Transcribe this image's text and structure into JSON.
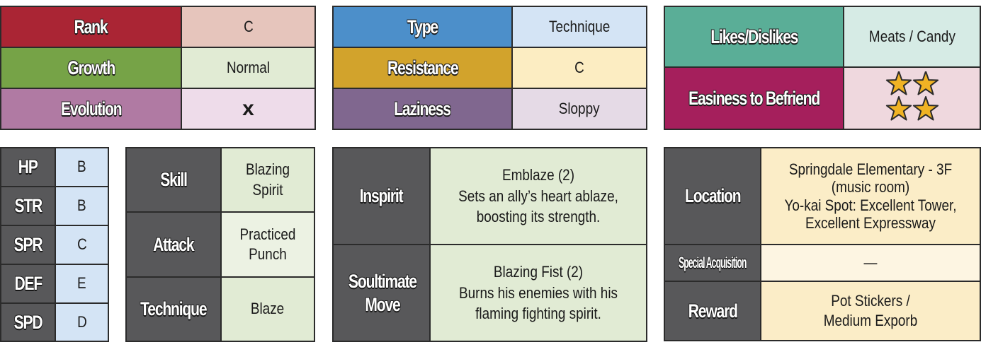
{
  "profile": {
    "rank": {
      "label": "Rank",
      "value": "C",
      "label_color": "#aa2534",
      "value_color": "#e6c5bc"
    },
    "growth": {
      "label": "Growth",
      "value": "Normal",
      "label_color": "#76a347",
      "value_color": "#e1ebd4"
    },
    "evolution": {
      "label": "Evolution",
      "value": "x",
      "label_color": "#b07aa3",
      "value_color": "#eedcea"
    }
  },
  "traits": {
    "type": {
      "label": "Type",
      "value": "Technique",
      "label_color": "#4c8fca",
      "value_color": "#d4e4f5"
    },
    "resistance": {
      "label": "Resistance",
      "value": "C",
      "label_color": "#d2a32c",
      "value_color": "#fcedc2"
    },
    "laziness": {
      "label": "Laziness",
      "value": "Sloppy",
      "label_color": "#80678f",
      "value_color": "#e5dae6"
    }
  },
  "social": {
    "likes": {
      "label": "Likes/Dislikes",
      "value": "Meats / Candy",
      "label_color": "#5aae97",
      "value_color": "#d6ebe5"
    },
    "befriend": {
      "label": "Easiness to Befriend",
      "rating": 4,
      "label_color": "#a51f5c",
      "value_color": "#efd8de",
      "star_color": "#f0b324"
    }
  },
  "stats": [
    {
      "label": "HP",
      "grade": "B"
    },
    {
      "label": "STR",
      "grade": "B"
    },
    {
      "label": "SPR",
      "grade": "C"
    },
    {
      "label": "DEF",
      "grade": "E"
    },
    {
      "label": "SPD",
      "grade": "D"
    }
  ],
  "abilities": [
    {
      "label": "Skill",
      "value": "Blazing Spirit"
    },
    {
      "label": "Attack",
      "value": "Practiced Punch"
    },
    {
      "label": "Technique",
      "value": "Blaze"
    }
  ],
  "moves": [
    {
      "label": "Inspirit",
      "name": "Emblaze (2)",
      "desc": "Sets an ally’s heart ablaze, boosting its strength."
    },
    {
      "label": "Soultimate Move",
      "name": "Blazing Fist (2)",
      "desc": "Burns his enemies with his flaming fighting spirit."
    }
  ],
  "acquisition": {
    "location": {
      "label": "Location",
      "lines": [
        "Springdale Elementary - 3F",
        "(music room)",
        "Yo-kai Spot: Excellent Tower,",
        "Excellent Expressway"
      ]
    },
    "special": {
      "label": "Special Acquisition",
      "value": "—"
    },
    "reward": {
      "label": "Reward",
      "lines": [
        "Pot Stickers /",
        "Medium Exporb"
      ]
    }
  }
}
